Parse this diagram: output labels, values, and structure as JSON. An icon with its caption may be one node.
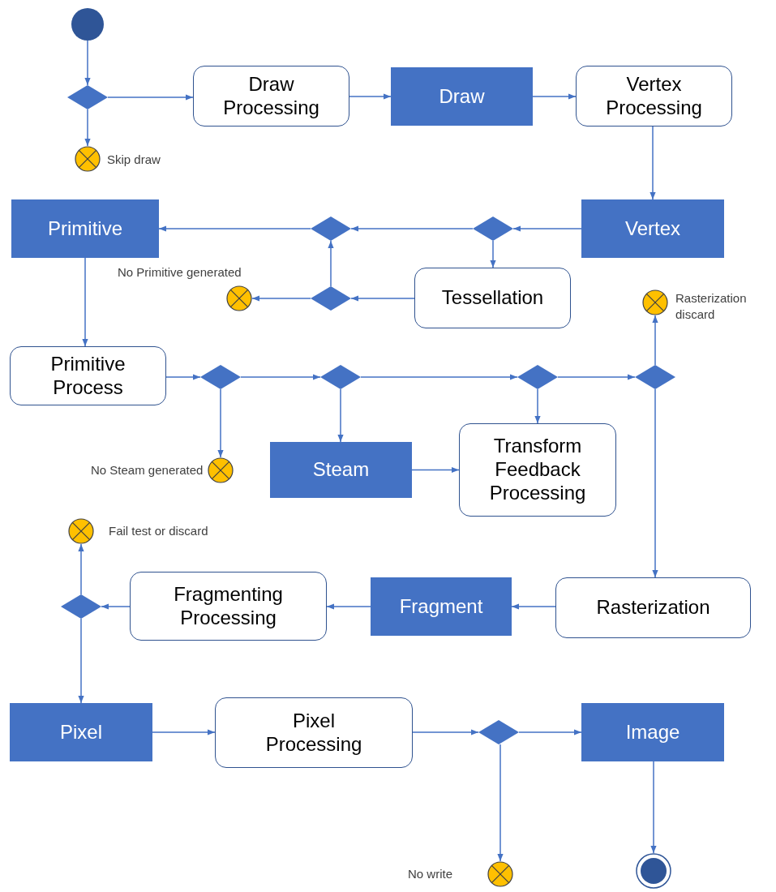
{
  "diagram": {
    "nodes": [
      {
        "text": [],
        "shape": "circle"
      },
      {
        "text": [],
        "shape": "diamond"
      },
      {
        "text": [
          "Draw Processing"
        ]
      },
      {
        "text": [
          "Draw"
        ]
      },
      {
        "text": [
          "Vertex Processing"
        ]
      },
      {
        "text": [],
        "shape": "circle",
        "beside": [
          "Skip draw"
        ]
      },
      {
        "text": [
          "Primitive"
        ]
      },
      {
        "text": [],
        "shape": "diamond"
      },
      {
        "text": [],
        "shape": "diamond"
      },
      {
        "text": [
          "Vertex"
        ]
      },
      {
        "text": [],
        "shape": "circle",
        "beside": [
          "No Primitive generated"
        ]
      },
      {
        "text": [],
        "shape": "diamond"
      },
      {
        "text": [
          "Tessellation"
        ]
      },
      {
        "text": [],
        "shape": "circle",
        "beside": [
          "Rasterization discard"
        ]
      },
      {
        "text": [
          "Primitive Process"
        ]
      },
      {
        "text": [],
        "shape": "diamond"
      },
      {
        "text": [],
        "shape": "diamond"
      },
      {
        "text": [],
        "shape": "diamond"
      },
      {
        "text": [],
        "shape": "diamond"
      },
      {
        "text": [],
        "shape": "circle",
        "beside": [
          "No Steam generated"
        ]
      },
      {
        "text": [
          "Steam"
        ]
      },
      {
        "text": [
          "Transform Feedback Processing"
        ]
      },
      {
        "text": [],
        "shape": "circle",
        "beside": [
          "Fail test or discard"
        ]
      },
      {
        "text": [],
        "shape": "diamond"
      },
      {
        "text": [
          "Fragmenting Processing"
        ]
      },
      {
        "text": [
          "Fragment"
        ]
      },
      {
        "text": [
          "Rasterization"
        ]
      },
      {
        "text": [
          "Pixel"
        ]
      },
      {
        "text": [
          "Pixel Processing"
        ]
      },
      {
        "text": [],
        "shape": "diamond"
      },
      {
        "text": [
          "Image"
        ]
      },
      {
        "text": [],
        "shape": "circle",
        "beside": [
          "No write"
        ]
      },
      {
        "text": [],
        "shape": "circle"
      }
    ],
    "edges": [
      {
        "from": 0,
        "to": 1,
        "arrow": "to"
      },
      {
        "from": 1,
        "to": 2,
        "arrow": "to"
      },
      {
        "from": 1,
        "to": 5,
        "arrow": "to"
      },
      {
        "from": 2,
        "to": 3,
        "arrow": "to"
      },
      {
        "from": 3,
        "to": 4,
        "arrow": "to"
      },
      {
        "from": 4,
        "to": 9,
        "arrow": "to"
      },
      {
        "from": 9,
        "to": 8,
        "arrow": "to"
      },
      {
        "from": 8,
        "to": 7,
        "arrow": "to"
      },
      {
        "from": 8,
        "to": 12,
        "arrow": "to"
      },
      {
        "from": 7,
        "to": 6,
        "arrow": "to"
      },
      {
        "from": 12,
        "to": 11,
        "arrow": "to"
      },
      {
        "from": 11,
        "to": 7,
        "arrow": "to"
      },
      {
        "from": 11,
        "to": 10,
        "arrow": "to"
      },
      {
        "from": 6,
        "to": 14,
        "arrow": "to"
      },
      {
        "from": 14,
        "to": 15,
        "arrow": "to"
      },
      {
        "from": 15,
        "to": 16,
        "arrow": "to"
      },
      {
        "from": 15,
        "to": 19,
        "arrow": "to"
      },
      {
        "from": 16,
        "to": 17,
        "arrow": "to"
      },
      {
        "from": 16,
        "to": 20,
        "arrow": "to"
      },
      {
        "from": 17,
        "to": 18,
        "arrow": "to"
      },
      {
        "from": 17,
        "to": 21,
        "arrow": "to"
      },
      {
        "from": 20,
        "to": 21,
        "arrow": "to"
      },
      {
        "from": 18,
        "to": 13,
        "arrow": "to"
      },
      {
        "from": 18,
        "to": 26,
        "arrow": "to"
      },
      {
        "from": 26,
        "to": 25,
        "arrow": "to"
      },
      {
        "from": 25,
        "to": 24,
        "arrow": "to"
      },
      {
        "from": 24,
        "to": 23,
        "arrow": "to"
      },
      {
        "from": 23,
        "to": 22,
        "arrow": "to"
      },
      {
        "from": 23,
        "to": 27,
        "arrow": "to"
      },
      {
        "from": 27,
        "to": 28,
        "arrow": "to"
      },
      {
        "from": 28,
        "to": 29,
        "arrow": "to"
      },
      {
        "from": 29,
        "to": 30,
        "arrow": "to"
      },
      {
        "from": 29,
        "to": 31,
        "arrow": "to"
      },
      {
        "from": 30,
        "to": 32,
        "arrow": "to"
      }
    ]
  }
}
